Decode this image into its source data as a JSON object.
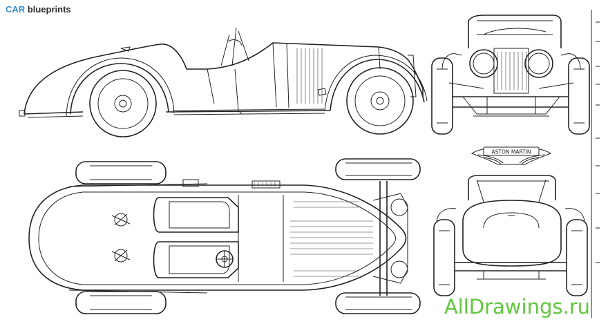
{
  "header": {
    "brand_car": "CAR",
    "brand_blueprints": "blueprints"
  },
  "logo": {
    "text": "ASTON MARTIN"
  },
  "footer": {
    "watermark": "AllDrawings.ru"
  }
}
